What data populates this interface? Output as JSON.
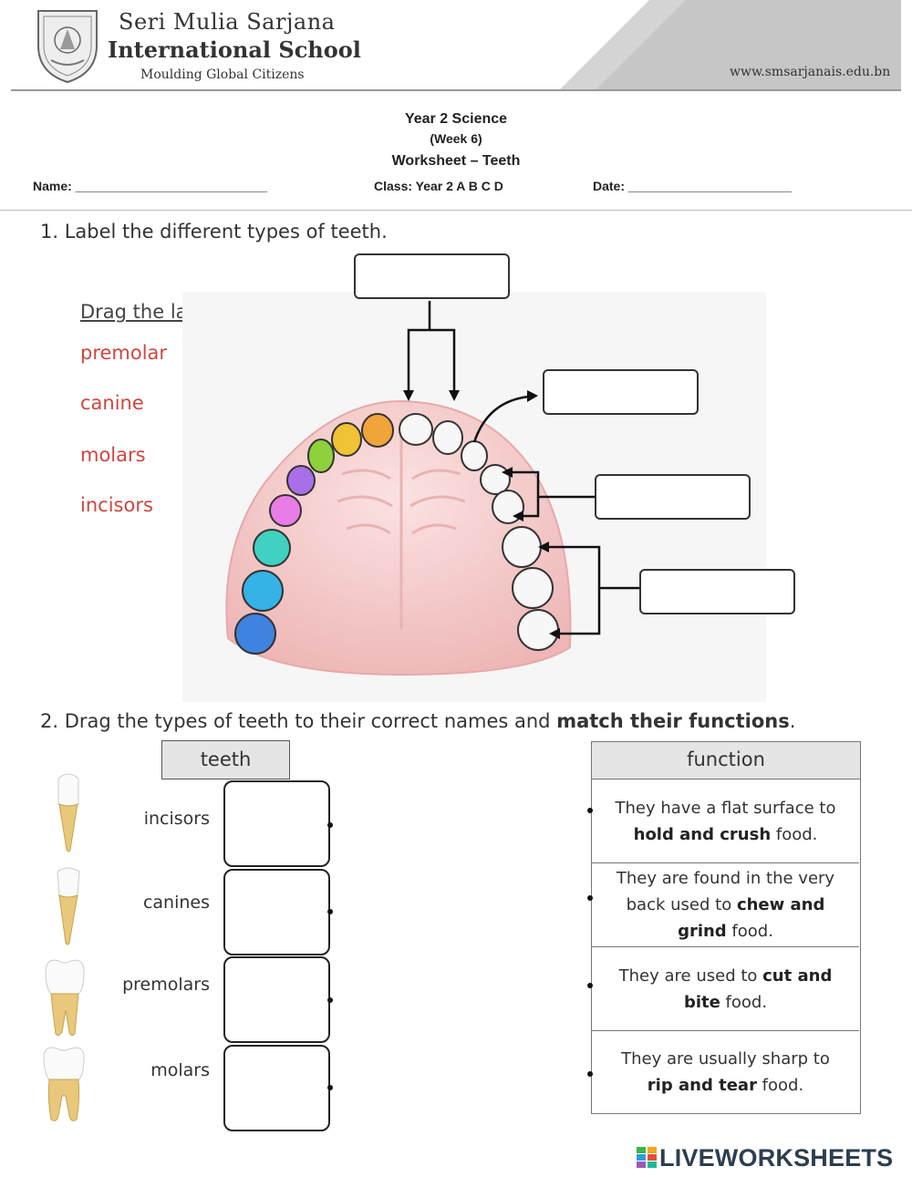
{
  "header": {
    "school_line1": "Seri  Mulia  Sarjana",
    "school_line2": "International School",
    "motto": "Moulding Global Citizens",
    "website": "www.smsarjanais.edu.bn"
  },
  "doc": {
    "title": "Year 2 Science",
    "week": "(Week 6)",
    "subtitle": "Worksheet – Teeth",
    "name_field": "Name: ___________________________",
    "class_field": "Class: Year 2 A B C D",
    "date_field": "Date: _______________________"
  },
  "q1": {
    "prompt": "1. Label the different types of teeth.",
    "drag_title": "Drag the labels",
    "labels": [
      "premolar",
      "canine",
      "molars",
      "incisors"
    ]
  },
  "q2": {
    "prompt_start": "2. Drag the types of teeth to their correct names and ",
    "prompt_bold": "match their functions",
    "prompt_end": ".",
    "teeth_header": "teeth",
    "function_header": "function",
    "rows": [
      "incisors",
      "canines",
      "premolars",
      "molars"
    ],
    "functions": [
      {
        "l1": "They have a flat surface to",
        "b": "hold and crush",
        "l2": " food."
      },
      {
        "l1": "They are found in the very",
        "l1b": "back used to ",
        "b": "chew and",
        "b2": "grind",
        "l2": " food."
      },
      {
        "l1": "They are used to ",
        "b": "cut and",
        "b2": "bite",
        "l2": " food."
      },
      {
        "l1": "They are usually sharp to",
        "b": "rip and tear",
        "l2": " food."
      }
    ]
  },
  "footer": {
    "logo_text": "LIVEWORKSHEETS"
  },
  "colors": {
    "drag_label": "#d0453e",
    "gum": "#f2c5c5",
    "header_fill": "#e5e5e5"
  }
}
